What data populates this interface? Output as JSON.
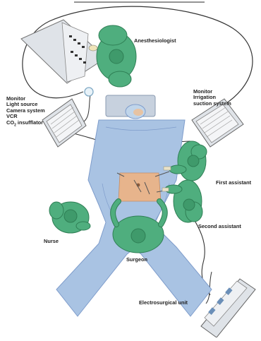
{
  "labels": {
    "anesthesiologist": "Anesthesiologist",
    "monitor_left": [
      "Monitor",
      "Light source",
      "Camera system",
      "VCR"
    ],
    "co2_prefix": "CO",
    "co2_sub": "2",
    "co2_suffix": " insufflator",
    "monitor_right": [
      "Monitor",
      "Irrigation",
      "suction system"
    ],
    "first_assistant": "First assistant",
    "second_assistant": "Second assistant",
    "nurse": "Nurse",
    "surgeon": "Surgeon",
    "electrosurgical_unit": "Electrosurgical unit"
  },
  "colors": {
    "drape_blue": "#a9c3e3",
    "drape_dark": "#7e9ccb",
    "gown_green": "#4fae7e",
    "gown_dark": "#2f7f55",
    "skin": "#e7b48c",
    "monitor_grey": "#d9dde2"
  }
}
